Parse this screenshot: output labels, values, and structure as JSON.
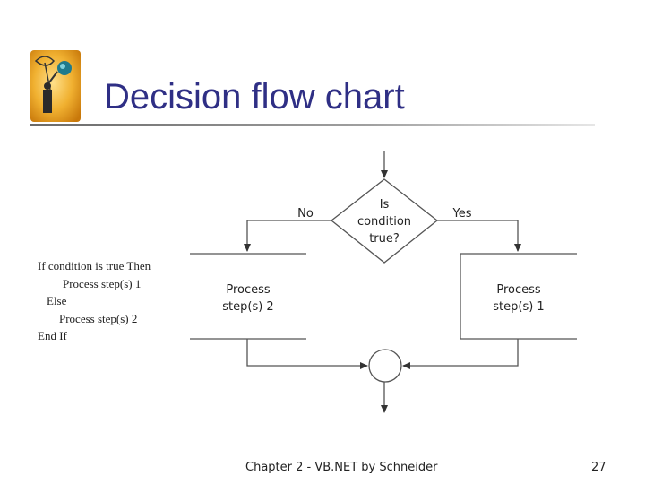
{
  "slide": {
    "title": "Decision flow chart",
    "footer": "Chapter 2 - VB.NET by Schneider",
    "page_number": "27"
  },
  "code": {
    "lines": [
      "If condition is true Then",
      "Process step(s) 1",
      "Else",
      "Process step(s) 2",
      "End If"
    ]
  },
  "flowchart": {
    "decision": [
      "Is",
      "condition",
      "true?"
    ],
    "branch_no": "No",
    "branch_yes": "Yes",
    "left_process": [
      "Process",
      "step(s) 2"
    ],
    "right_process": [
      "Process",
      "step(s) 1"
    ]
  },
  "colors": {
    "title": "#2f2f85",
    "rule": "#8a8a8a",
    "logo_bg": "#e8a21a",
    "logo_globe": "#1f7a8c"
  }
}
